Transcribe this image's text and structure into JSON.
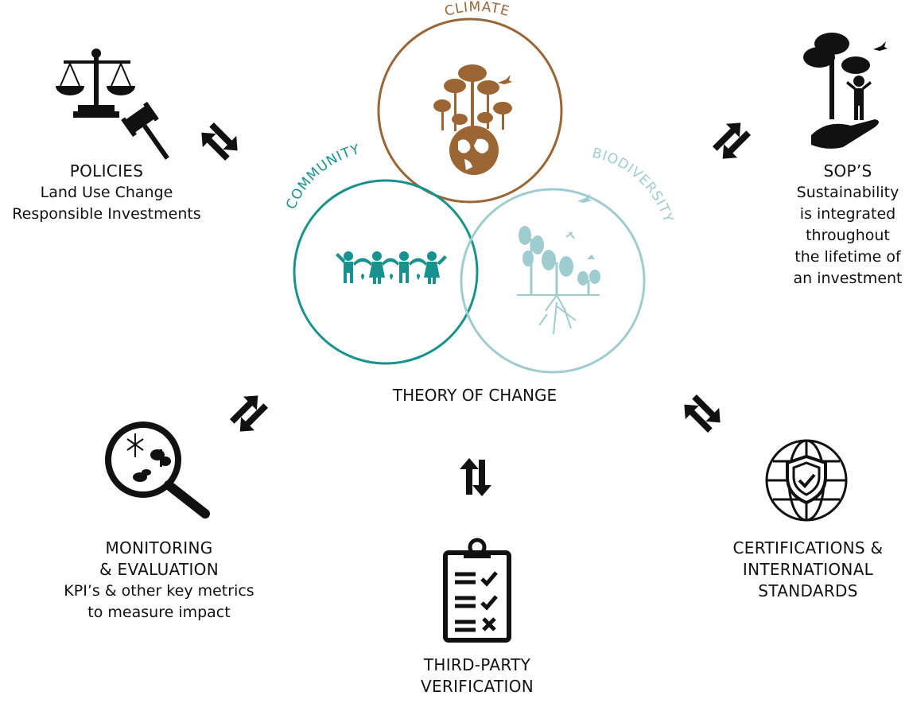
{
  "colors": {
    "climate": "#9b6534",
    "community": "#17928f",
    "biodiversity": "#9fcdcf",
    "ink": "#111111"
  },
  "venn": {
    "climate": "CLIMATE",
    "community": "COMMUNITY",
    "biodiversity": "BIODIVERSITY",
    "center_label": "THEORY OF CHANGE"
  },
  "nodes": {
    "policies": {
      "title": "POLICIES",
      "lines": [
        "Land Use Change",
        "Responsible Investments"
      ],
      "icon": "scales-gavel-icon"
    },
    "sops": {
      "title": "SOP’S",
      "lines": [
        "Sustainability",
        "is integrated",
        "throughout",
        "the lifetime of",
        "an investment"
      ],
      "icon": "hand-tree-person-icon"
    },
    "monitoring": {
      "title_lines": [
        "MONITORING",
        "& EVALUATION"
      ],
      "lines": [
        "KPI’s & other key metrics",
        "to measure impact"
      ],
      "icon": "magnifier-insects-icon"
    },
    "verification": {
      "title_lines": [
        "THIRD-PARTY",
        "VERIFICATION"
      ],
      "icon": "clipboard-checklist-icon"
    },
    "certifications": {
      "title_lines": [
        "CERTIFICATIONS &",
        "INTERNATIONAL",
        "STANDARDS"
      ],
      "icon": "globe-shield-icon"
    }
  }
}
